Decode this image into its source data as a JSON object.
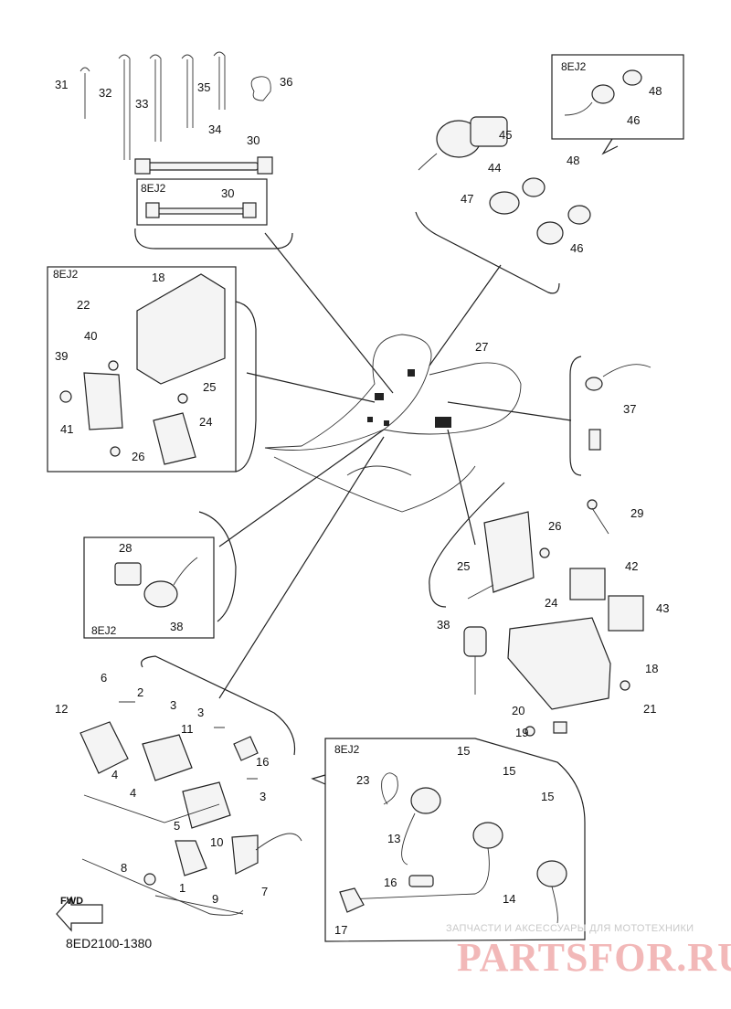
{
  "diagram_code": "8ED2100-1380",
  "fwd_label": "FWD",
  "variant_tag": "8EJ2",
  "watermark_line": "ЗАПЧАСТИ И АКСЕССУАРЫ ДЛЯ МОТОТЕХНИКИ",
  "watermark_brand": "PARTSFOR.RU",
  "labels": {
    "p1": "1",
    "p2": "2",
    "p3a": "3",
    "p3b": "3",
    "p3c": "3",
    "p4a": "4",
    "p4b": "4",
    "p5": "5",
    "p6": "6",
    "p7": "7",
    "p8": "8",
    "p9": "9",
    "p10": "10",
    "p11": "11",
    "p12": "12",
    "p13": "13",
    "p14": "14",
    "p15a": "15",
    "p15b": "15",
    "p15c": "15",
    "p16a": "16",
    "p16b": "16",
    "p17": "17",
    "p18a": "18",
    "p18b": "18",
    "p19": "19",
    "p20": "20",
    "p21": "21",
    "p22": "22",
    "p23": "23",
    "p24a": "24",
    "p24b": "24",
    "p25a": "25",
    "p25b": "25",
    "p26a": "26",
    "p26b": "26",
    "p27": "27",
    "p28": "28",
    "p29": "29",
    "p30a": "30",
    "p30b": "30",
    "p31": "31",
    "p32": "32",
    "p33": "33",
    "p34": "34",
    "p35": "35",
    "p36": "36",
    "p37": "37",
    "p38a": "38",
    "p38b": "38",
    "p39": "39",
    "p40": "40",
    "p41": "41",
    "p42": "42",
    "p43": "43",
    "p44": "44",
    "p45": "45",
    "p46a": "46",
    "p46b": "46",
    "p47": "47",
    "p48a": "48",
    "p48b": "48"
  },
  "colors": {
    "line": "#222222",
    "watermark_red": "#f2b8b8"
  }
}
